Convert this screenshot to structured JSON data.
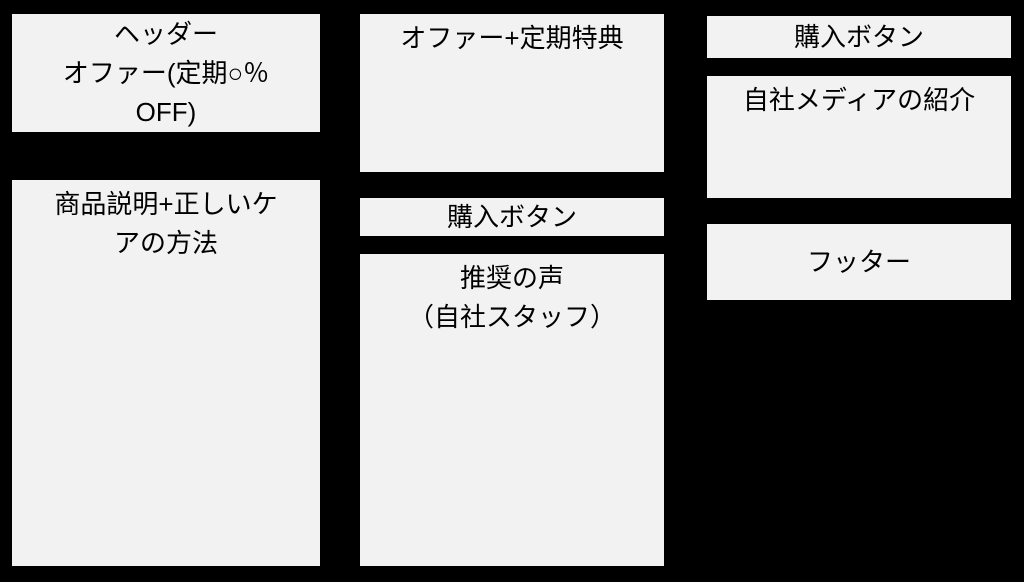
{
  "diagram": {
    "background": "#000000",
    "box_fill": "#f2f2f2",
    "box_border": "#000000",
    "text_color": "#000000"
  },
  "boxes": {
    "header_offer": {
      "label": "ヘッダー\nオファー(定期○％\nOFF)"
    },
    "product_description": {
      "label": "商品説明+正しいケ\nアの方法"
    },
    "offer_subscription_benefits": {
      "label": "オファー+定期特典"
    },
    "purchase_button_mid": {
      "label": "購入ボタン"
    },
    "testimonials": {
      "label": "推奨の声\n（自社スタッフ）"
    },
    "purchase_button_right": {
      "label": "購入ボタン"
    },
    "company_media": {
      "label": "自社メディアの紹介"
    },
    "footer": {
      "label": "フッター"
    }
  }
}
